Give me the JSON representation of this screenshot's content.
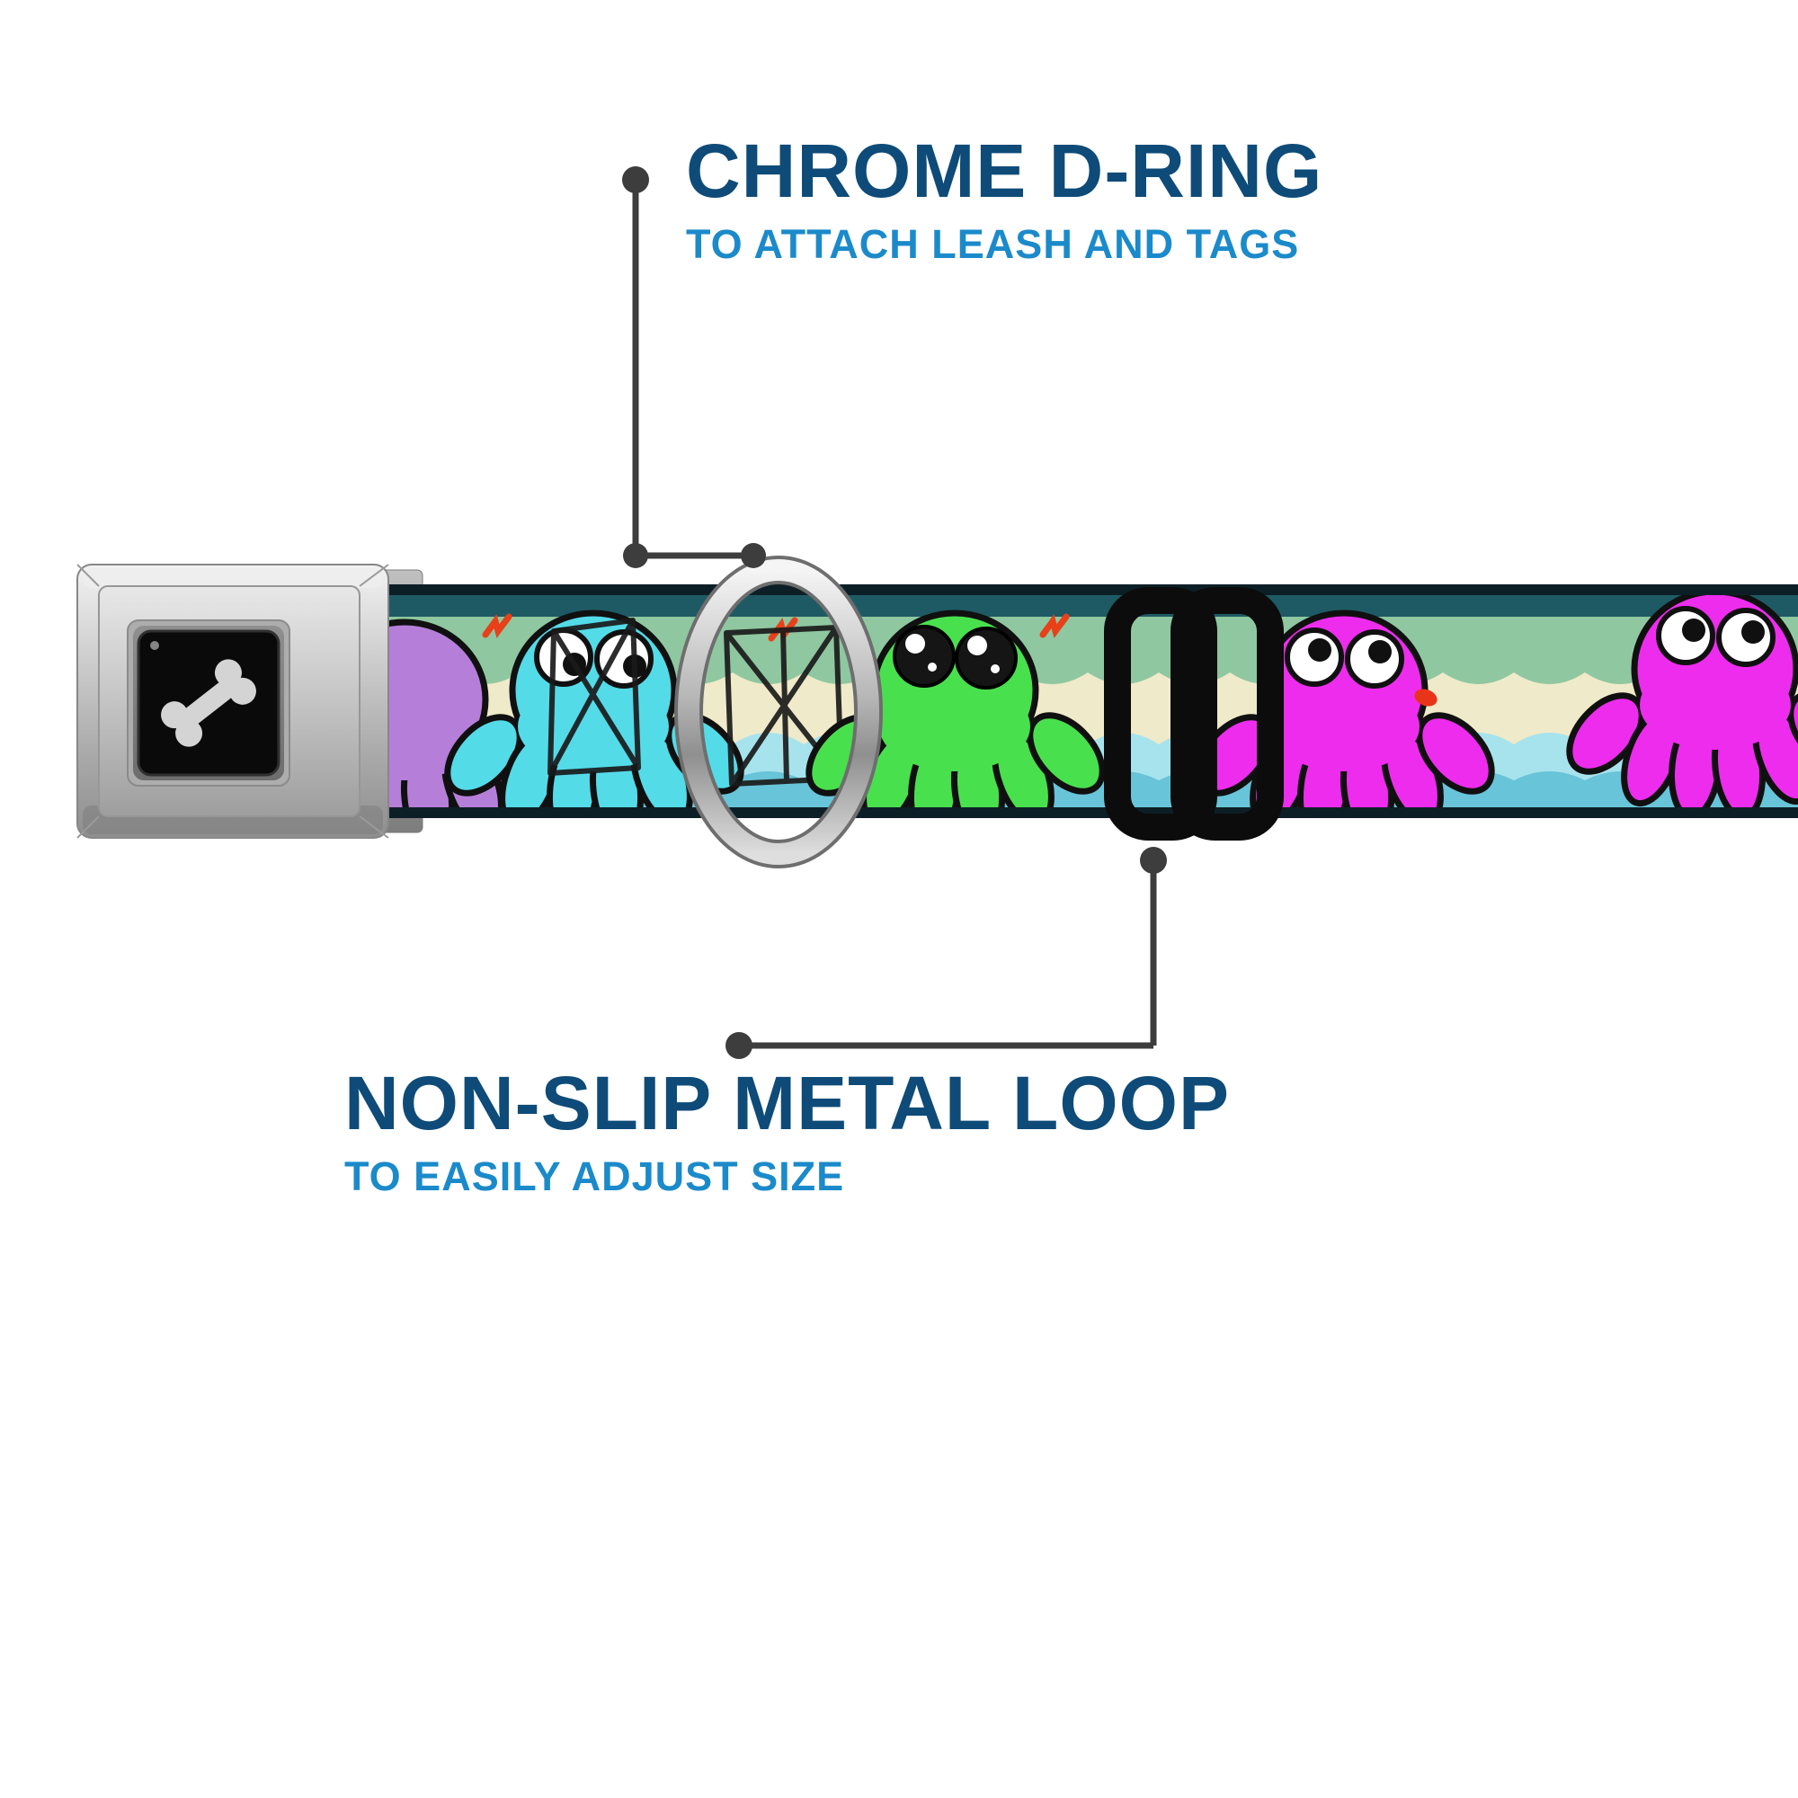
{
  "page": {
    "background": "#ffffff",
    "type": "product-feature-graphic"
  },
  "annotations": {
    "top": {
      "title": "CHROME D-RING",
      "subtitle": "TO ATTACH LEASH AND TAGS",
      "title_color": "#0e4b78",
      "subtitle_color": "#1b8aca"
    },
    "bottom": {
      "title": "NON-SLIP METAL LOOP",
      "subtitle": "TO EASILY ADJUST SIZE",
      "title_color": "#0e4b78",
      "subtitle_color": "#1b8aca"
    }
  },
  "product": {
    "buckle_logo_icon": "bone-icon",
    "hardware": [
      "seatbelt-buckle",
      "chrome-d-ring",
      "black-metal-loop-slider"
    ],
    "strap_print": "cartoon octopi over waves with red fish doodles and net sketches",
    "octopus_colors": [
      "#b57fd9",
      "#53dbe8",
      "#49e04e",
      "#ee2cee"
    ]
  },
  "colors": {
    "callout_line": "#3d3d3d",
    "strap_top_band": "#1e5a64",
    "strap_green_band": "#8fc7a0",
    "strap_cream_band": "#efeac9",
    "strap_water_light": "#a7e3ed",
    "strap_water_deep": "#68c4d8",
    "buckle_silver": "#c6c6c6",
    "slider_black": "#0c0c0c",
    "fish_red": "#e84018"
  }
}
